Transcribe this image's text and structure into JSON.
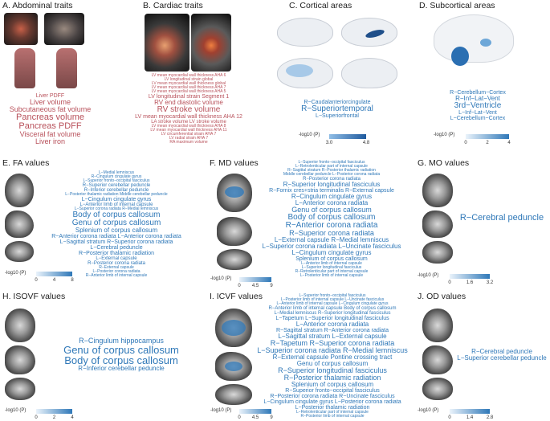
{
  "panels": {
    "A": {
      "title": "A. Abdominal traits",
      "words": [
        {
          "t": "Liver PDFF",
          "s": 7
        },
        {
          "t": "Liver volume",
          "s": 9
        },
        {
          "t": "Subcutaneous fat volume",
          "s": 9
        },
        {
          "t": "Pancreas volume",
          "s": 11
        },
        {
          "t": "Pancreas PDFF",
          "s": 11
        },
        {
          "t": "Visceral fat volume",
          "s": 9
        },
        {
          "t": "Liver iron",
          "s": 9
        }
      ]
    },
    "B": {
      "title": "B. Cardiac traits",
      "words": [
        {
          "t": "LV mean myocardial wall thickness AHA 6",
          "s": 5
        },
        {
          "t": "LV longitudinal strain global",
          "s": 5
        },
        {
          "t": "LV mean myocardial wall thickness global",
          "s": 5
        },
        {
          "t": "LV mean myocardial wall thickness AHA 7",
          "s": 5
        },
        {
          "t": "LV mean myocardial wall thickness AHA 5",
          "s": 5
        },
        {
          "t": "LV longitudinal strain Segment 1",
          "s": 7
        },
        {
          "t": "RV end diastolic volume",
          "s": 8
        },
        {
          "t": "RV stroke volume",
          "s": 10
        },
        {
          "t": "LV mean myocardial wall thickness AHA 12",
          "s": 7
        },
        {
          "t": "LA stroke volume   LV stroke volume",
          "s": 6
        },
        {
          "t": "LV mean myocardial wall thickness AHA 8",
          "s": 5
        },
        {
          "t": "LV mean myocardial wall thickness AHA 11",
          "s": 5
        },
        {
          "t": "LV circumferential strain AHA 7",
          "s": 5
        },
        {
          "t": "LV radial strain AHA 7",
          "s": 5
        },
        {
          "t": "RA maximum volume",
          "s": 5
        }
      ]
    },
    "C": {
      "title": "C. Cortical areas",
      "words": [
        {
          "t": "R−Caudalanteriorcingulate",
          "s": 7
        },
        {
          "t": "R−Superiortemporal",
          "s": 10
        },
        {
          "t": "L−Superiorfrontal",
          "s": 7
        }
      ],
      "scale": {
        "label": "-log10 (P)",
        "ticks": [
          "3.0",
          "4.8"
        ]
      }
    },
    "D": {
      "title": "D. Subcortical areas",
      "words": [
        {
          "t": "R−Cerebellum−Cortex",
          "s": 7
        },
        {
          "t": "R−Inf−Lat−Vent",
          "s": 8
        },
        {
          "t": "3rd−Ventricle",
          "s": 10
        },
        {
          "t": "L−Inf−Lat−Vent",
          "s": 7
        },
        {
          "t": "L−Cerebellum−Cortex",
          "s": 7
        }
      ],
      "scale": {
        "label": "-log10 (P)",
        "ticks": [
          "0",
          "2",
          "4"
        ]
      }
    },
    "E": {
      "title": "E. FA values",
      "words": [
        {
          "t": "L−Medial lemniscus",
          "s": 5
        },
        {
          "t": "R−Cingulum cingulate gyrus",
          "s": 5
        },
        {
          "t": "L−Superior fronto−occipital fasciculus",
          "s": 5
        },
        {
          "t": "R−Superior cerebellar peduncle",
          "s": 6
        },
        {
          "t": "R−Inferior cerebellar peduncle",
          "s": 6
        },
        {
          "t": "L−Posterior thalamic radiation   Middle cerebellar peduncle",
          "s": 5
        },
        {
          "t": "L−Cingulum cingulate gyrus",
          "s": 7
        },
        {
          "t": "L−Anterior limb of internal capsule",
          "s": 6
        },
        {
          "t": "L−Superior corona radiata   R−Medial lemniscus",
          "s": 5
        },
        {
          "t": "Body of corpus callosum",
          "s": 10
        },
        {
          "t": "Genu of corpus callosum",
          "s": 10
        },
        {
          "t": "Splenium of corpus callosum",
          "s": 8
        },
        {
          "t": "R−Anterior corona radiata   L−Anterior corona radiata",
          "s": 7
        },
        {
          "t": "L−Sagittal stratum   R−Superior corona radiata",
          "s": 7
        },
        {
          "t": "L−Cerebral peduncle",
          "s": 7
        },
        {
          "t": "R−Posterior thalamic radiation",
          "s": 7
        },
        {
          "t": "L−External capsule",
          "s": 6
        },
        {
          "t": "R−Posterior corona radiata",
          "s": 6
        },
        {
          "t": "R−External capsule",
          "s": 5
        },
        {
          "t": "L−Posterior corona radiata",
          "s": 5
        },
        {
          "t": "R−Anterior limb of internal capsule",
          "s": 5
        }
      ],
      "scale": {
        "label": "-log10 (P)",
        "ticks": [
          "0",
          "4",
          "8"
        ]
      }
    },
    "F": {
      "title": "F. MD values",
      "words": [
        {
          "t": "L−Superior fronto−occipital fasciculus",
          "s": 5
        },
        {
          "t": "L−Retrolenticular part of internal capsule",
          "s": 5
        },
        {
          "t": "R−Sagittal stratum   R−Posterior thalamic radiation",
          "s": 5
        },
        {
          "t": "Middle cerebellar peduncle   L−Posterior corona radiata",
          "s": 5
        },
        {
          "t": "R−Posterior corona radiata",
          "s": 6
        },
        {
          "t": "R−Superior longitudinal fasciculus",
          "s": 8
        },
        {
          "t": "R−Fornix cres+stria terminalis   R−External capsule",
          "s": 7
        },
        {
          "t": "R−Cingulum cingulate gyrus",
          "s": 8
        },
        {
          "t": "L−Anterior corona radiata",
          "s": 8
        },
        {
          "t": "Genu of corpus callosum",
          "s": 9
        },
        {
          "t": "Body of corpus callosum",
          "s": 10
        },
        {
          "t": "R−Anterior corona radiata",
          "s": 10
        },
        {
          "t": "R−Superior corona radiata",
          "s": 9
        },
        {
          "t": "L−External capsule   R−Medial lemniscus",
          "s": 8
        },
        {
          "t": "L−Superior corona radiata   L−Uncinate fasciculus",
          "s": 8
        },
        {
          "t": "L−Cingulum cingulate gyrus",
          "s": 8
        },
        {
          "t": "Splenium of corpus callosum",
          "s": 7
        },
        {
          "t": "L−Anterior limb of internal capsule",
          "s": 5
        },
        {
          "t": "L−Superior longitudinal fasciculus",
          "s": 5
        },
        {
          "t": "R−Retrolenticular part of internal capsule",
          "s": 5
        },
        {
          "t": "L−Posterior limb of internal capsule",
          "s": 5
        }
      ],
      "scale": {
        "label": "-log10 (P)",
        "ticks": [
          "0",
          "4.5",
          "9"
        ]
      }
    },
    "G": {
      "title": "G. MO values",
      "words": [
        {
          "t": "R−Cerebral peduncle",
          "s": 11
        }
      ],
      "scale": {
        "label": "-log10 (P)",
        "ticks": [
          "0",
          "1.6",
          "3.2"
        ]
      }
    },
    "H": {
      "title": "H. ISOVF values",
      "words": [
        {
          "t": "R−Cingulum hippocampus",
          "s": 9
        },
        {
          "t": "Genu of corpus callosum",
          "s": 13
        },
        {
          "t": "Body of corpus callosum",
          "s": 13
        },
        {
          "t": "R−Inferior cerebellar peduncle",
          "s": 8
        }
      ],
      "scale": {
        "label": "-log10 (P)",
        "ticks": [
          "0",
          "2",
          "4"
        ]
      }
    },
    "I": {
      "title": "I. ICVF values",
      "words": [
        {
          "t": "L−Superior fronto−occipital fasciculus",
          "s": 5
        },
        {
          "t": "L−Posterior limb of internal capsule   L−Uncinate fasciculus",
          "s": 5
        },
        {
          "t": "L−Anterior limb of internal capsule   L−Cingulum cingulate gyrus",
          "s": 5
        },
        {
          "t": "R−Anterior limb of internal capsule   Body of corpus callosum",
          "s": 6
        },
        {
          "t": "L−Medial lemniscus   R−Superior longitudinal fasciculus",
          "s": 6
        },
        {
          "t": "L−Tapetum   L−Superior longitudinal fasciculus",
          "s": 7
        },
        {
          "t": "L−Anterior corona radiata",
          "s": 8
        },
        {
          "t": "R−Sagittal stratum   R−Anterior corona radiata",
          "s": 7
        },
        {
          "t": "L−Sagittal stratum   L−External capsule",
          "s": 8
        },
        {
          "t": "R−Tapetum   R−Superior corona radiata",
          "s": 9
        },
        {
          "t": "L−Superior corona radiata   R−Medial lemniscus",
          "s": 9
        },
        {
          "t": "R−External capsule   Pontine crossing tract",
          "s": 8
        },
        {
          "t": "Genu of corpus callosum",
          "s": 8
        },
        {
          "t": "R−Superior longitudinal fasciculus",
          "s": 9
        },
        {
          "t": "R−Posterior thalamic radiation",
          "s": 9
        },
        {
          "t": "Splenium of corpus callosum",
          "s": 8
        },
        {
          "t": "R−Superior fronto−occipital fasciculus",
          "s": 7
        },
        {
          "t": "R−Posterior corona radiata   R−Uncinate fasciculus",
          "s": 7
        },
        {
          "t": "L−Cingulum cingulate gyrus   L−Posterior corona radiata",
          "s": 7
        },
        {
          "t": "L−Posterior thalamic radiation",
          "s": 7
        },
        {
          "t": "L−Retrolenticular part of internal capsule",
          "s": 5
        },
        {
          "t": "R−Posterior limb of internal capsule",
          "s": 5
        }
      ],
      "scale": {
        "label": "-log10 (P)",
        "ticks": [
          "0",
          "4.5",
          "9"
        ]
      }
    },
    "J": {
      "title": "J. OD values",
      "words": [
        {
          "t": "R−Cerebral peduncle",
          "s": 8
        },
        {
          "t": "L−Superior cerebellar peduncle",
          "s": 8
        }
      ],
      "scale": {
        "label": "-log10 (P)",
        "ticks": [
          "0",
          "1.4",
          "2.8"
        ]
      }
    }
  },
  "colors": {
    "red": "#b8505a",
    "blue": "#2f78b8",
    "bar_low": "#e8f2fb",
    "bar_high": "#2f78b8"
  }
}
